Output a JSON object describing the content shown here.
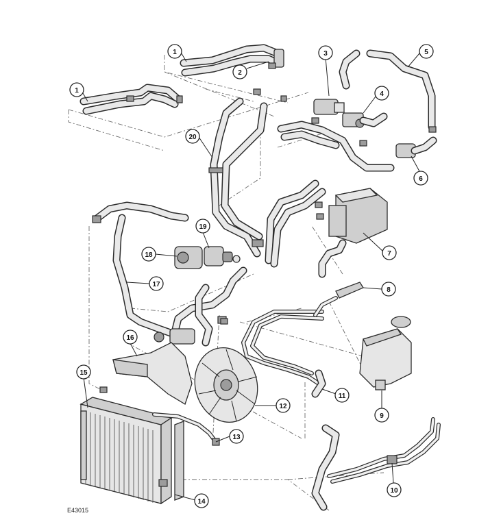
{
  "figure_code": "E43015",
  "callouts": [
    "1",
    "1",
    "2",
    "3",
    "4",
    "5",
    "6",
    "7",
    "8",
    "9",
    "10",
    "11",
    "12",
    "13",
    "14",
    "15",
    "16",
    "17",
    "18",
    "19",
    "20"
  ]
}
